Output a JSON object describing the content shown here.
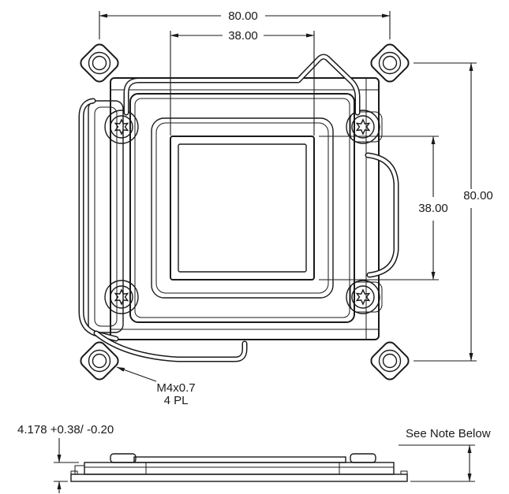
{
  "drawing": {
    "dims": {
      "overall_width": "80.00",
      "inner_width": "38.00",
      "overall_height": "80.00",
      "inner_height": "38.00"
    },
    "callouts": {
      "thread_spec": "M4x0.7",
      "thread_places": "4 PL",
      "stack_height": "4.178 +0.38/ -0.20",
      "side_note": "See Note Below"
    },
    "colors": {
      "line": "#1a1a1a",
      "background": "#ffffff"
    }
  }
}
